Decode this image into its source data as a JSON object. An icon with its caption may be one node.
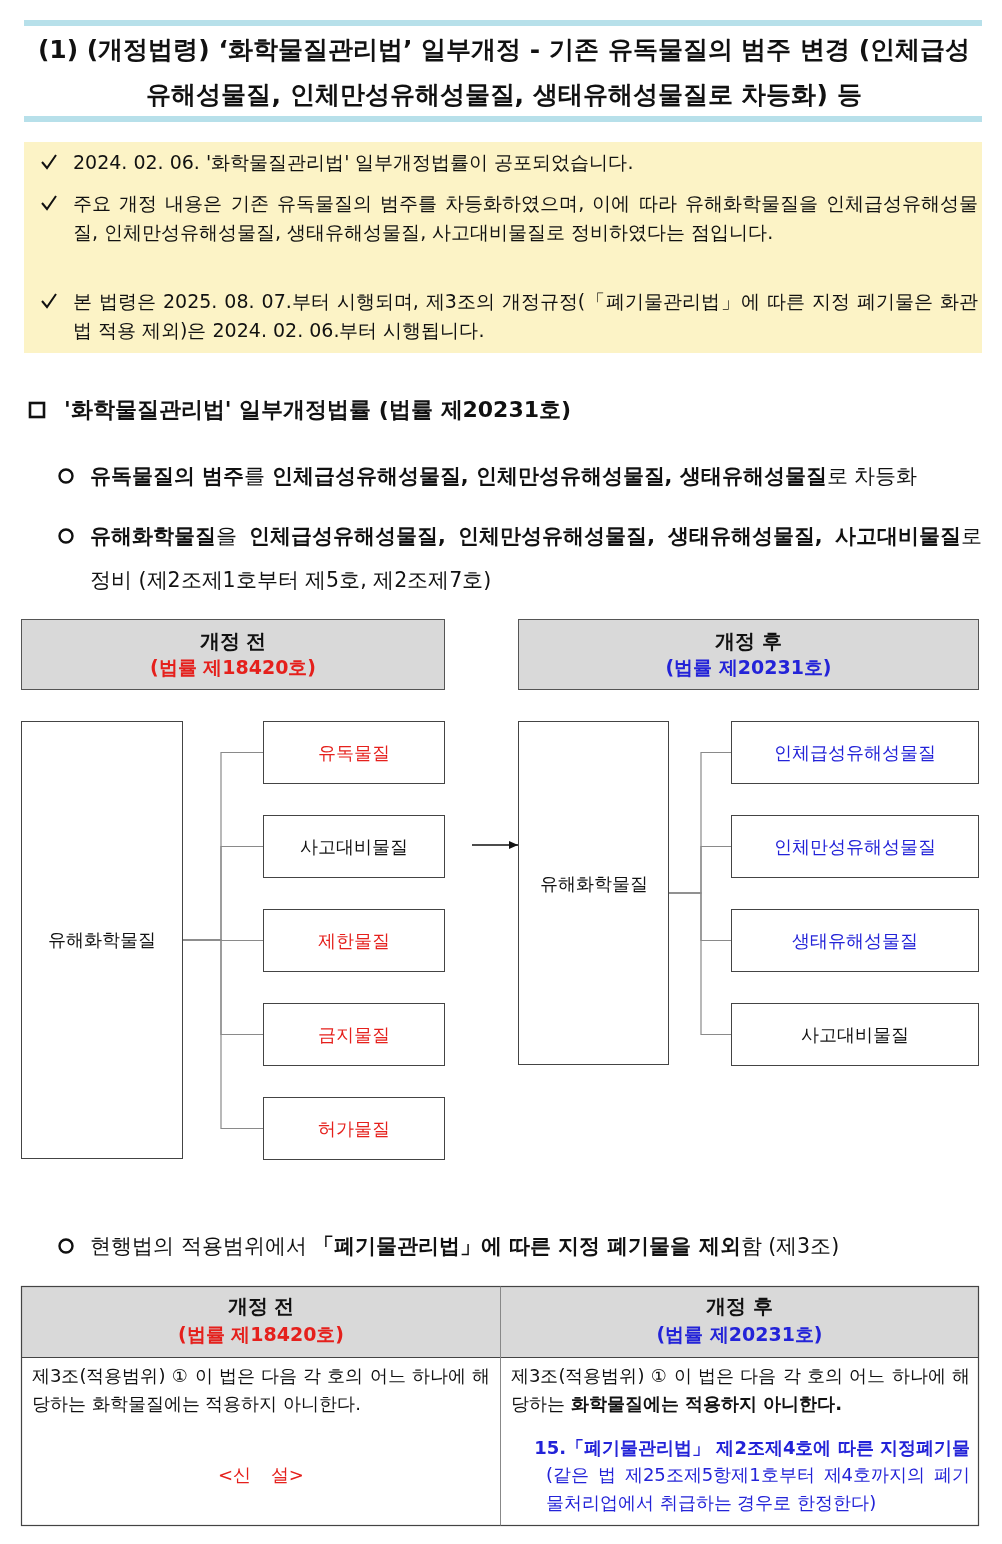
{
  "diagram": {
    "title": "(1) (개정법령) ‘화학물질관리법’ 일부개정 - 기존 유독물질의 범주 변경 (인체급성유해성물질, 인체만성유해성물질, 생태유해성물질로 차등화) 등",
    "nodes": [
      {
        "text": [
          "개정 전",
          "(법률 제18420호)"
        ]
      },
      {
        "text": [
          "개정 후",
          "(법률 제20231호)"
        ]
      },
      {
        "text": [
          "유해화학물질"
        ]
      },
      {
        "text": [
          "유독물질"
        ]
      },
      {
        "text": [
          "사고대비물질"
        ]
      },
      {
        "text": [
          "제한물질"
        ]
      },
      {
        "text": [
          "금지물질"
        ]
      },
      {
        "text": [
          "허가물질"
        ]
      },
      {
        "text": [
          "유해화학물질"
        ]
      },
      {
        "text": [
          "인체급성유해성물질"
        ]
      },
      {
        "text": [
          "인체만성유해성물질"
        ]
      },
      {
        "text": [
          "생태유해성물질"
        ]
      },
      {
        "text": [
          "사고대비물질"
        ]
      }
    ],
    "edges": [
      {
        "from": 2,
        "to": 3,
        "arrow": "none"
      },
      {
        "from": 2,
        "to": 4,
        "arrow": "none"
      },
      {
        "from": 2,
        "to": 5,
        "arrow": "none"
      },
      {
        "from": 2,
        "to": 6,
        "arrow": "none"
      },
      {
        "from": 2,
        "to": 7,
        "arrow": "none"
      },
      {
        "from": null,
        "to": 8,
        "arrow": "to",
        "color": "#111111"
      },
      {
        "from": 8,
        "to": 9,
        "arrow": "none"
      },
      {
        "from": 8,
        "to": 10,
        "arrow": "none"
      },
      {
        "from": 8,
        "to": 11,
        "arrow": "none"
      },
      {
        "from": 8,
        "to": 12,
        "arrow": "none"
      }
    ],
    "labels": [
      "2024. 02. 06. '화학물질관리법' 일부개정법률이 공포되었습니다.",
      "주요 개정 내용은 기존 유독물질의 범주를 차등화하였으며, 이에 따라 유해화학물질을 인체급성유해성물질, 인체만성유해성물질, 생태유해성물질, 사고대비물질로 정비하였다는 점입니다.",
      "본 법령은 2025. 08. 07.부터 시행되며, 제3조의 개정규정(「폐기물관리법」에 따른 지정 폐기물은 화관법 적용 제외)은 2024. 02. 06.부터 시행됩니다.",
      "'화학물질관리법' 일부개정법률 (법률 제20231호)",
      "**유독물질의 범주**를 **인체급성유해성물질, 인체만성유해성물질, 생태유해성물질**로 차등화",
      "**유해화학물질**을 **인체급성유해성물질, 인체만성유해성물질, 생태유해성물질, 사고대비물질**로 정비 (제2조제1호부터 제5호, 제2조제7호)",
      "현행법의 적용범위에서 **「폐기물관리법」에 따른 지정 폐기물을 제외**함 (제3조)",
      "개정 전",
      "(법률 제18420호)",
      "개정 후",
      "(법률 제20231호)",
      "제3조(적용범위) ① 이 법은 다음 각 호의 어느 하나에 해당하는 화학물질에는 적용하지 아니한다.",
      "<신 설>",
      "제3조(적용범위) ① 이 법은 다음 각 호의 어느 하나에 해당하는 **화학물질에는 적용하지 아니한다.**",
      "15.「폐기물관리법」 제2조제4호에 따른 지정폐기물",
      "(같은 법 제25조제5항제1호부터 제4호까지의 폐기물처리업에서 취급하는 경우로 한정한다)"
    ]
  }
}
